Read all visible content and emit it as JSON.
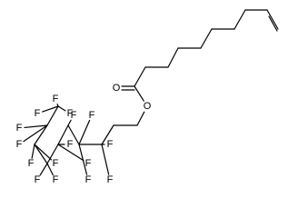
{
  "molecule": {
    "atom_labels": {
      "carbonyl_oxygen": "O",
      "ester_oxygen": "O",
      "fluorine": "F"
    }
  }
}
